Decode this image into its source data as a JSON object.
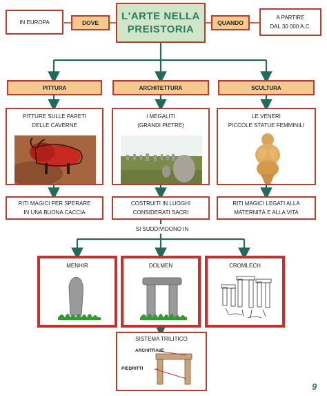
{
  "title": {
    "line1": "L'ARTE NELLA",
    "line2": "PREISTORIA"
  },
  "where": {
    "label": "DOVE",
    "value": "IN EUROPA"
  },
  "when": {
    "label": "QUANDO",
    "value_line1": "A PARTIRE",
    "value_line2": "DAL 30 000 A.C."
  },
  "categories": [
    {
      "label": "PITTURA",
      "desc_line1": "PITTURE SULLE PARETI",
      "desc_line2": "DELLE CAVERNE",
      "purpose_line1": "RITI MAGICI PER SPERARE",
      "purpose_line2": "IN UNA BUONA CACCIA"
    },
    {
      "label": "ARCHITETTURA",
      "desc_line1": "I MEGALITI",
      "desc_line2": "(GRANDI PIETRE)",
      "purpose_line1": "COSTRUITI IN LUOGHI",
      "purpose_line2": "CONSIDERATI SACRI"
    },
    {
      "label": "SCULTURA",
      "desc_line1": "LE VENERI",
      "desc_line2": "PICCOLE STATUE FEMMINILI",
      "purpose_line1": "RITI MAGICI LEGATI ALLA",
      "purpose_line2": "MATERNITÀ E ALLA VITA"
    }
  ],
  "subdivision_label": "SI SUDDIVIDONO IN",
  "types": [
    {
      "label": "MENHIR"
    },
    {
      "label": "DOLMEN"
    },
    {
      "label": "CROMLECH"
    }
  ],
  "trilithic": {
    "title": "SISTEMA TRILITICO",
    "architrave": "ARCHITRAVE",
    "piedritti": "PIEDRITTI"
  },
  "page_number": "9",
  "colors": {
    "line": "#1f6b5c",
    "border": "#c0392b",
    "title_bg": "#cfe6c8",
    "label_bg": "#f6c98f",
    "grass": "#2e9e2e"
  }
}
